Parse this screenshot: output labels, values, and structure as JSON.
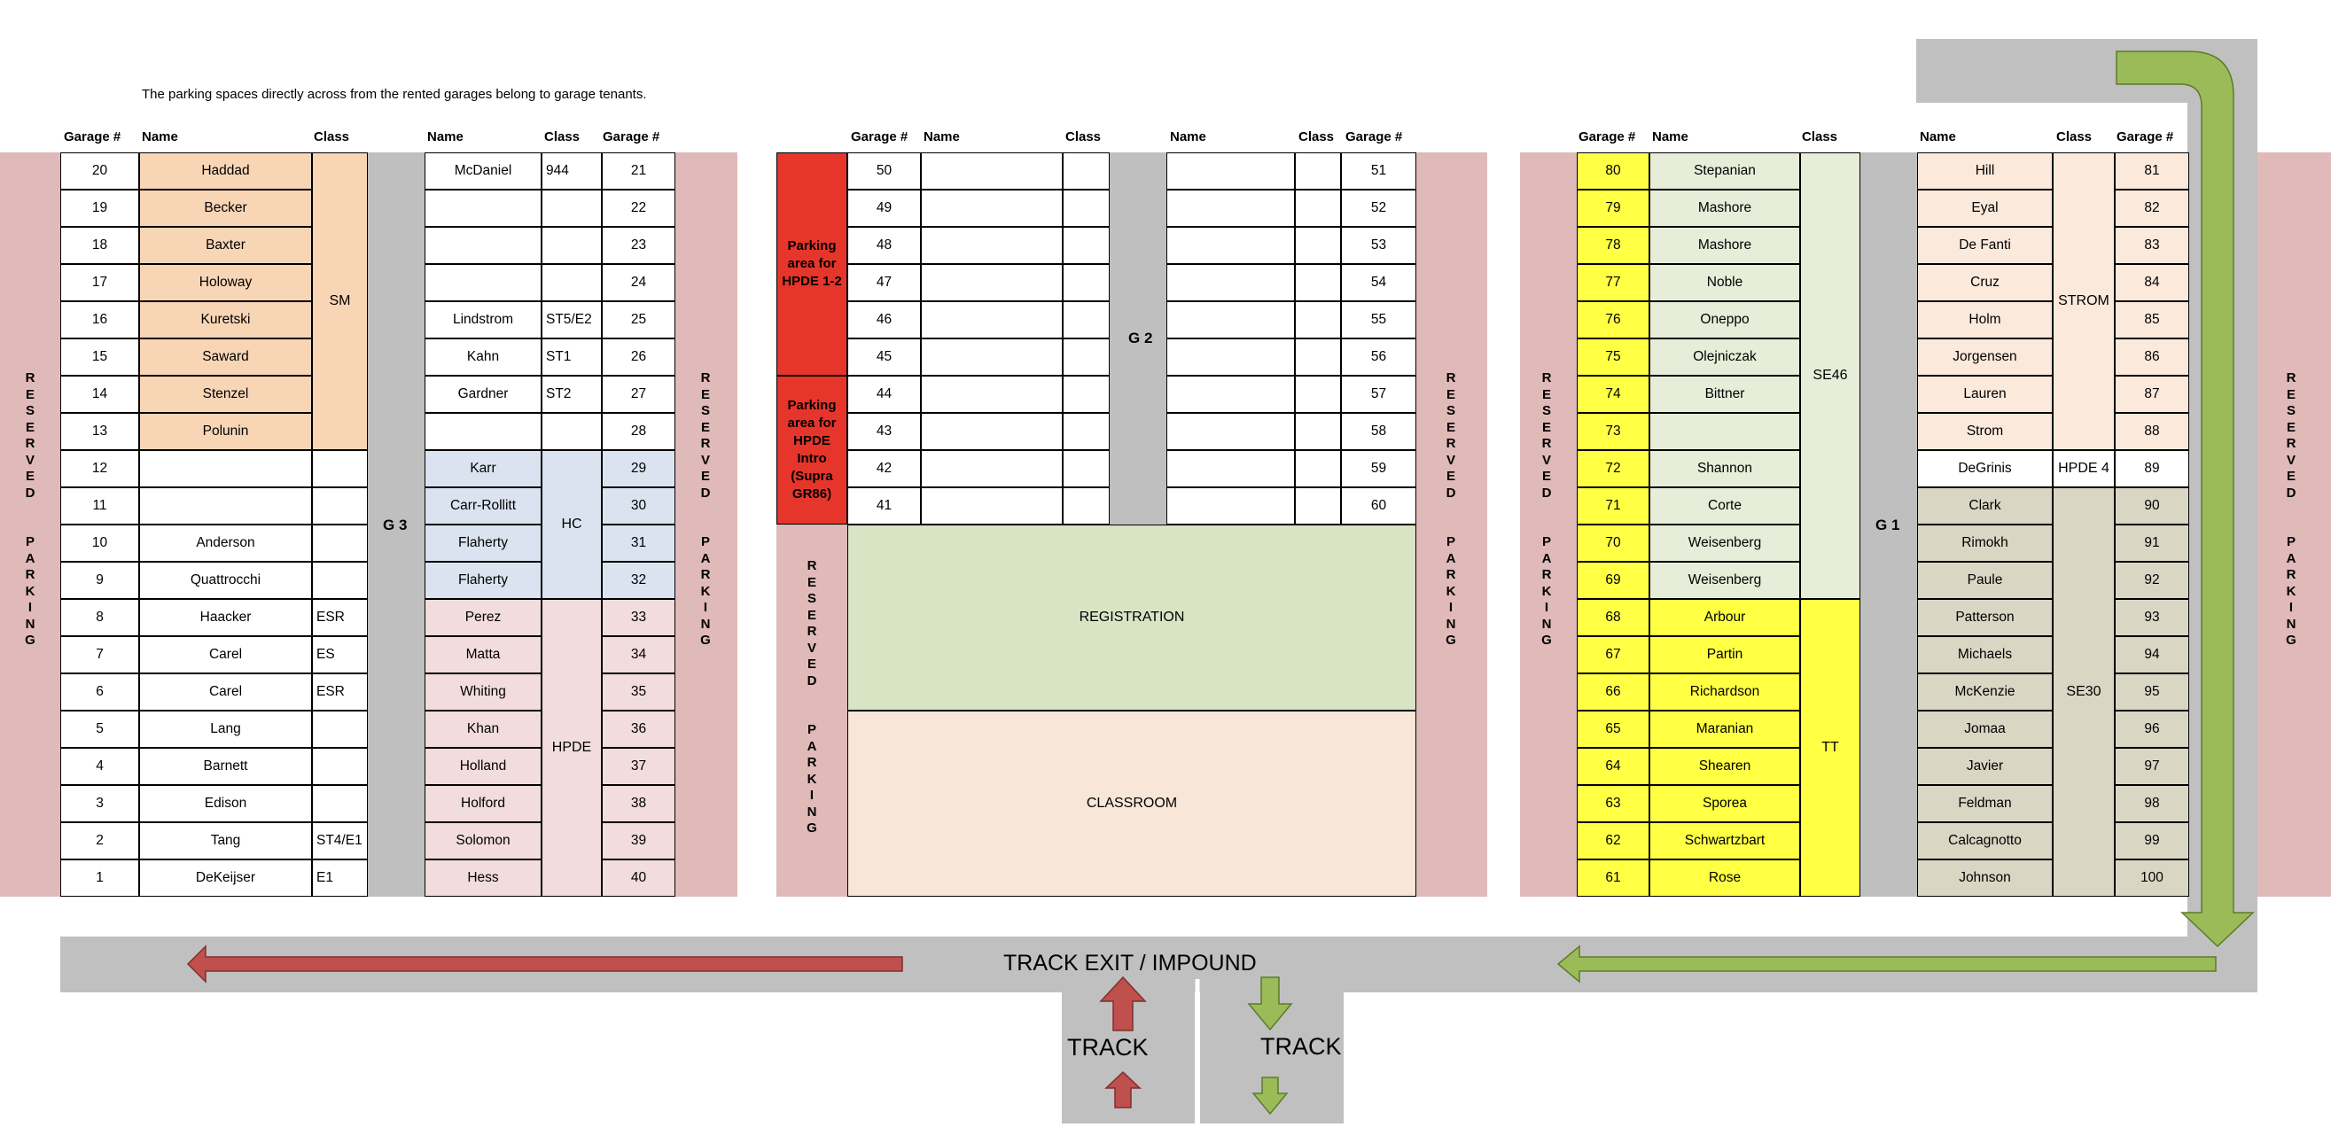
{
  "note": "The parking spaces directly across from the rented garages belong to garage tenants.",
  "headers": {
    "garage": "Garage #",
    "name": "Name",
    "class": "Class"
  },
  "reserved_letters": [
    "R",
    "E",
    "S",
    "E",
    "R",
    "V",
    "E",
    "D",
    "",
    "P",
    "A",
    "R",
    "K",
    "I",
    "N",
    "G"
  ],
  "garage_labels": {
    "g3": "G 3",
    "g2": "G 2",
    "g1": "G 1"
  },
  "g3_left": [
    {
      "num": "20",
      "name": "Haddad",
      "class": ""
    },
    {
      "num": "19",
      "name": "Becker",
      "class": ""
    },
    {
      "num": "18",
      "name": "Baxter",
      "class": ""
    },
    {
      "num": "17",
      "name": "Holoway",
      "class": ""
    },
    {
      "num": "16",
      "name": "Kuretski",
      "class": ""
    },
    {
      "num": "15",
      "name": "Saward",
      "class": ""
    },
    {
      "num": "14",
      "name": "Stenzel",
      "class": ""
    },
    {
      "num": "13",
      "name": "Polunin",
      "class": ""
    },
    {
      "num": "12",
      "name": "",
      "class": ""
    },
    {
      "num": "11",
      "name": "",
      "class": ""
    },
    {
      "num": "10",
      "name": "Anderson",
      "class": ""
    },
    {
      "num": "9",
      "name": "Quattrocchi",
      "class": ""
    },
    {
      "num": "8",
      "name": "Haacker",
      "class": "ESR"
    },
    {
      "num": "7",
      "name": "Carel",
      "class": "ES"
    },
    {
      "num": "6",
      "name": "Carel",
      "class": "ESR"
    },
    {
      "num": "5",
      "name": "Lang",
      "class": ""
    },
    {
      "num": "4",
      "name": "Barnett",
      "class": ""
    },
    {
      "num": "3",
      "name": "Edison",
      "class": ""
    },
    {
      "num": "2",
      "name": "Tang",
      "class": "ST4/E1"
    },
    {
      "num": "1",
      "name": "DeKeijser",
      "class": "E1"
    }
  ],
  "g3_left_merged_class": "SM",
  "g3_right": [
    {
      "num": "21",
      "name": "McDaniel",
      "class": "944"
    },
    {
      "num": "22",
      "name": "",
      "class": ""
    },
    {
      "num": "23",
      "name": "",
      "class": ""
    },
    {
      "num": "24",
      "name": "",
      "class": ""
    },
    {
      "num": "25",
      "name": "Lindstrom",
      "class": "ST5/E2"
    },
    {
      "num": "26",
      "name": "Kahn",
      "class": "ST1"
    },
    {
      "num": "27",
      "name": "Gardner",
      "class": "ST2"
    },
    {
      "num": "28",
      "name": "",
      "class": ""
    },
    {
      "num": "29",
      "name": "Karr",
      "class": ""
    },
    {
      "num": "30",
      "name": "Carr-Rollitt",
      "class": ""
    },
    {
      "num": "31",
      "name": "Flaherty",
      "class": ""
    },
    {
      "num": "32",
      "name": "Flaherty",
      "class": ""
    },
    {
      "num": "33",
      "name": "Perez",
      "class": ""
    },
    {
      "num": "34",
      "name": "Matta",
      "class": ""
    },
    {
      "num": "35",
      "name": "Whiting",
      "class": ""
    },
    {
      "num": "36",
      "name": "Khan",
      "class": ""
    },
    {
      "num": "37",
      "name": "Holland",
      "class": ""
    },
    {
      "num": "38",
      "name": "Holford",
      "class": ""
    },
    {
      "num": "39",
      "name": "Solomon",
      "class": ""
    },
    {
      "num": "40",
      "name": "Hess",
      "class": ""
    }
  ],
  "g3_right_merged": {
    "hc": "HC",
    "hpde": "HPDE"
  },
  "g2_left": [
    "50",
    "49",
    "48",
    "47",
    "46",
    "45",
    "44",
    "43",
    "42",
    "41"
  ],
  "g2_right": [
    "51",
    "52",
    "53",
    "54",
    "55",
    "56",
    "57",
    "58",
    "59",
    "60"
  ],
  "g2_parking_a": "Parking area for HPDE 1-2",
  "g2_parking_b": "Parking area for HPDE Intro (Supra GR86)",
  "registration": "REGISTRATION",
  "classroom": "CLASSROOM",
  "g1_left": [
    {
      "num": "80",
      "name": "Stepanian"
    },
    {
      "num": "79",
      "name": "Mashore"
    },
    {
      "num": "78",
      "name": "Mashore"
    },
    {
      "num": "77",
      "name": "Noble"
    },
    {
      "num": "76",
      "name": "Oneppo"
    },
    {
      "num": "75",
      "name": "Olejniczak"
    },
    {
      "num": "74",
      "name": "Bittner"
    },
    {
      "num": "73",
      "name": ""
    },
    {
      "num": "72",
      "name": "Shannon"
    },
    {
      "num": "71",
      "name": "Corte"
    },
    {
      "num": "70",
      "name": "Weisenberg"
    },
    {
      "num": "69",
      "name": "Weisenberg"
    },
    {
      "num": "68",
      "name": "Arbour"
    },
    {
      "num": "67",
      "name": "Partin"
    },
    {
      "num": "66",
      "name": "Richardson"
    },
    {
      "num": "65",
      "name": "Maranian"
    },
    {
      "num": "64",
      "name": "Shearen"
    },
    {
      "num": "63",
      "name": "Sporea"
    },
    {
      "num": "62",
      "name": "Schwartzbart"
    },
    {
      "num": "61",
      "name": "Rose"
    }
  ],
  "g1_left_merged": {
    "se46": "SE46",
    "tt": "TT"
  },
  "g1_right": [
    {
      "num": "81",
      "name": "Hill"
    },
    {
      "num": "82",
      "name": "Eyal"
    },
    {
      "num": "83",
      "name": "De Fanti"
    },
    {
      "num": "84",
      "name": "Cruz"
    },
    {
      "num": "85",
      "name": "Holm"
    },
    {
      "num": "86",
      "name": "Jorgensen"
    },
    {
      "num": "87",
      "name": "Lauren"
    },
    {
      "num": "88",
      "name": "Strom"
    },
    {
      "num": "89",
      "name": "DeGrinis"
    },
    {
      "num": "90",
      "name": "Clark"
    },
    {
      "num": "91",
      "name": "Rimokh"
    },
    {
      "num": "92",
      "name": "Paule"
    },
    {
      "num": "93",
      "name": "Patterson"
    },
    {
      "num": "94",
      "name": "Michaels"
    },
    {
      "num": "95",
      "name": "McKenzie"
    },
    {
      "num": "96",
      "name": "Jomaa"
    },
    {
      "num": "97",
      "name": "Javier"
    },
    {
      "num": "98",
      "name": "Feldman"
    },
    {
      "num": "99",
      "name": "Calcagnotto"
    },
    {
      "num": "100",
      "name": "Johnson"
    }
  ],
  "g1_right_merged": {
    "strom": "STROM",
    "hpde4": "HPDE 4",
    "se30": "SE30"
  },
  "track_exit": "TRACK EXIT / IMPOUND",
  "track": "TRACK",
  "colors": {
    "reserved": "#e0b9b9",
    "orange": "#f8d5b5",
    "blue": "#dbe3f0",
    "pink": "#f2dcdc",
    "red": "#e6352a",
    "green": "#d8e4c4",
    "peach": "#f8e6d8",
    "yellow": "#ffff43",
    "lightgreen": "#e6eed9",
    "lightpeach": "#fbe9dc",
    "tan": "#d9d6c4",
    "grey": "#bfbfbf",
    "arrow_red": "#c0504d",
    "arrow_green": "#9bbb59"
  }
}
